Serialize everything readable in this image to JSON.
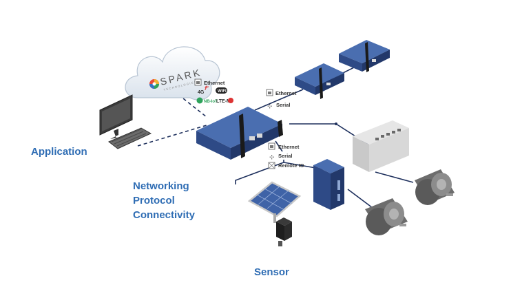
{
  "labels": {
    "application": "Application",
    "networking": "Networking",
    "protocol": "Protocol",
    "connectivity": "Connectivity",
    "sensor": "Sensor"
  },
  "cloud": {
    "brand": "SPARK",
    "tagline": "TECHNOLOGIES"
  },
  "cloud_protocols": {
    "ethernet": "Ethernet",
    "g4": "4G",
    "wifi": "WIFI",
    "nbiot": "NB-IoT",
    "lte": "LTE-M"
  },
  "upper_protocols": {
    "ethernet": "Ethernet",
    "serial": "Serial"
  },
  "lower_protocols": {
    "ethernet": "Ethernet",
    "serial": "Serial",
    "remote_io": "Remote IO"
  },
  "colors": {
    "label_blue": "#2f6db4",
    "device_blue": "#2e4a86",
    "line_navy": "#1d2f5c"
  }
}
